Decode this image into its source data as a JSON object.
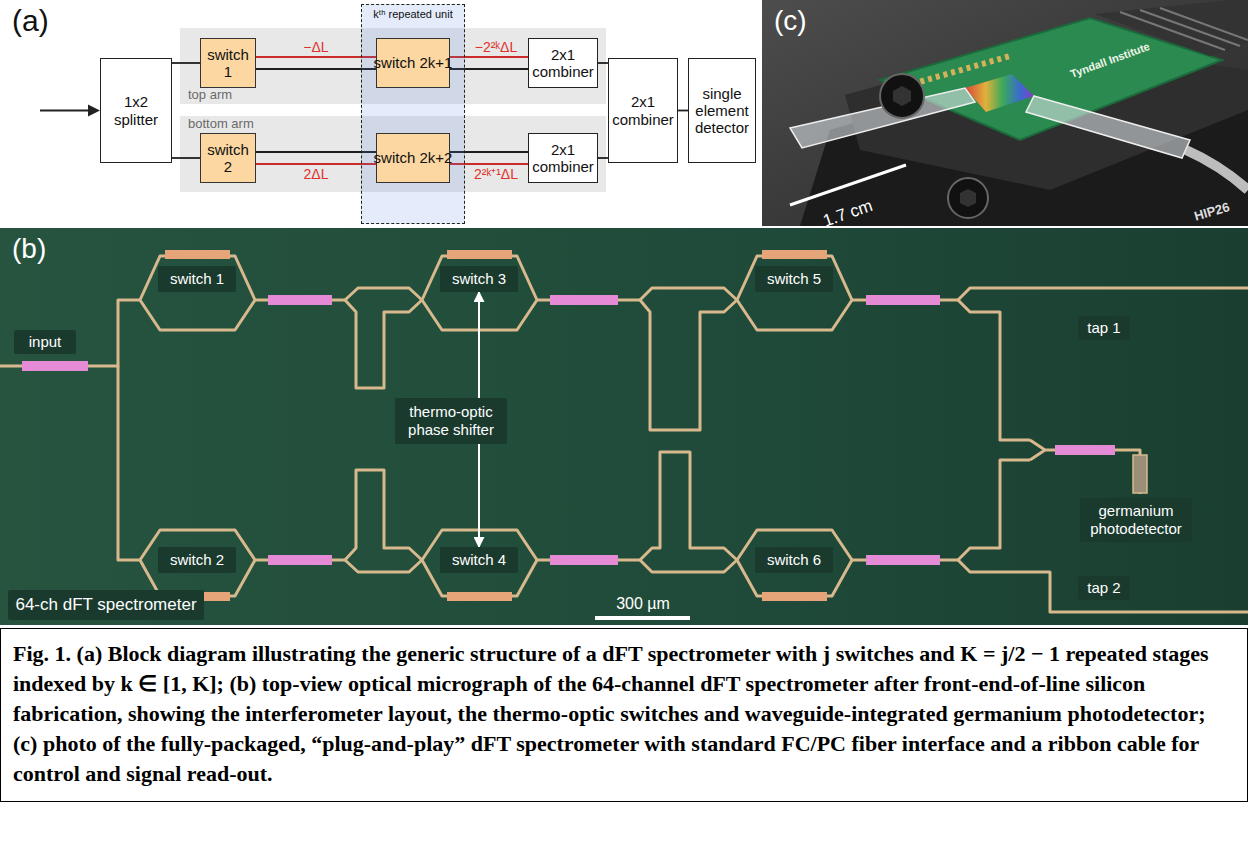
{
  "diagram": {
    "caption": "Fig. 1. (a) Block diagram illustrating the generic structure of a dFT spectrometer with j switches and K = j/2 − 1 repeated stages indexed by k ∈ [1, K]; (b) top-view optical micrograph of the 64-channel dFT spectrometer after front-end-of-line silicon fabrication, showing the interferometer layout, the thermo-optic switches and waveguide-integrated germanium photodetector; (c) photo of the fully-packaged, “plug-and-play” dFT spectrometer with standard FC/PC fiber interface and a ribbon cable for control and signal read-out.",
    "nodes": [
      {
        "text": [
          "1x2 splitter"
        ]
      },
      {
        "text": [
          "top arm"
        ]
      },
      {
        "text": [
          "switch 1"
        ],
        "in": 1
      },
      {
        "text": [
          "2x1 combiner"
        ],
        "in": 1
      },
      {
        "text": [
          "bottom arm"
        ]
      },
      {
        "text": [
          "switch 2"
        ],
        "in": 4
      },
      {
        "text": [
          "2x1 combiner"
        ],
        "in": 4
      },
      {
        "text": [
          "kᵗʰ repeated unit"
        ]
      },
      {
        "text": [
          "switch 2k+1"
        ],
        "in": 7
      },
      {
        "text": [
          "switch 2k+2"
        ],
        "in": 7
      },
      {
        "text": [
          "2x1 combiner"
        ]
      },
      {
        "text": [
          "single element detector"
        ]
      },
      {
        "text": [
          "input"
        ]
      },
      {
        "text": [
          "switch 1"
        ]
      },
      {
        "text": [
          "switch 2"
        ]
      },
      {
        "text": [
          "switch 3"
        ]
      },
      {
        "text": [
          "thermo-optic phase shifter"
        ]
      },
      {
        "text": [
          "switch 4"
        ]
      },
      {
        "text": [
          "switch 5"
        ]
      },
      {
        "text": [
          "switch 6"
        ]
      },
      {
        "text": [
          "tap 1"
        ]
      },
      {
        "text": [
          "germanium photodetector"
        ]
      },
      {
        "text": [
          "tap 2"
        ]
      },
      {
        "text": [
          "64-ch dFT spectrometer"
        ]
      }
    ],
    "edges": [
      {
        "from": 0,
        "to": 2,
        "arrow": "none"
      },
      {
        "from": 0,
        "to": 5,
        "arrow": "none"
      },
      {
        "from": 2,
        "to": 8,
        "label": "−ΔL",
        "arrow": "none"
      },
      {
        "from": 8,
        "to": 3,
        "label": "−2²ᵏΔL",
        "arrow": "none"
      },
      {
        "from": 5,
        "to": 9,
        "label": "2ΔL",
        "arrow": "none"
      },
      {
        "from": 9,
        "to": 6,
        "label": "2²ᵏ⁺¹ΔL",
        "arrow": "none"
      },
      {
        "from": 3,
        "to": 10,
        "arrow": "none"
      },
      {
        "from": 6,
        "to": 10,
        "arrow": "none"
      },
      {
        "from": 10,
        "to": 11,
        "arrow": "none"
      },
      {
        "from": 16,
        "to": 15,
        "arrow": "to"
      },
      {
        "from": 16,
        "to": 17,
        "arrow": "to"
      }
    ],
    "labels": [
      "(a)",
      "(c)",
      "Tyndall Institute",
      "1.7 cm",
      "HIP26",
      "(b)",
      "300 µm"
    ]
  }
}
